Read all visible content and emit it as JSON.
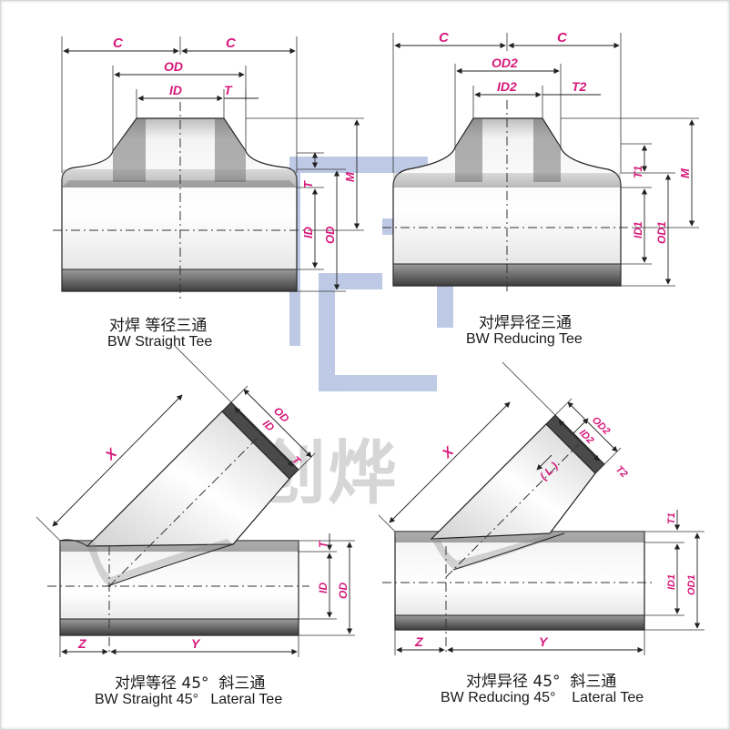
{
  "captions": {
    "straight_tee": {
      "cn": "对焊 等径三通",
      "en": "BW Straight Tee"
    },
    "reducing_tee": {
      "cn": "对焊异径三通",
      "en": "BW Reducing Tee"
    },
    "straight_lateral": {
      "cn": "对焊等径 45°  斜三通",
      "en": "BW Straight 45°   Lateral Tee"
    },
    "reducing_lateral": {
      "cn": "对焊异径 45°  斜三通",
      "en": "BW Reducing 45°    Lateral Tee"
    }
  },
  "dims": {
    "c": "C",
    "od": "OD",
    "id": "ID",
    "t": "T",
    "m": "M",
    "od2": "OD2",
    "id2": "ID2",
    "t2": "T2",
    "t1": "T1",
    "id1": "ID1",
    "od1": "OD1",
    "x": "X",
    "y": "Y",
    "z": "Z",
    "l": "( L )"
  },
  "watermark": {
    "text": "创烨",
    "colors": {
      "logo_blue": "#7f95c8",
      "text_gray": "#c9c9c9"
    }
  },
  "colors": {
    "dimension": "#d6187a",
    "outline": "#222222",
    "steel_dark": "#4a4a4a",
    "steel_light": "#f2f2f2"
  }
}
